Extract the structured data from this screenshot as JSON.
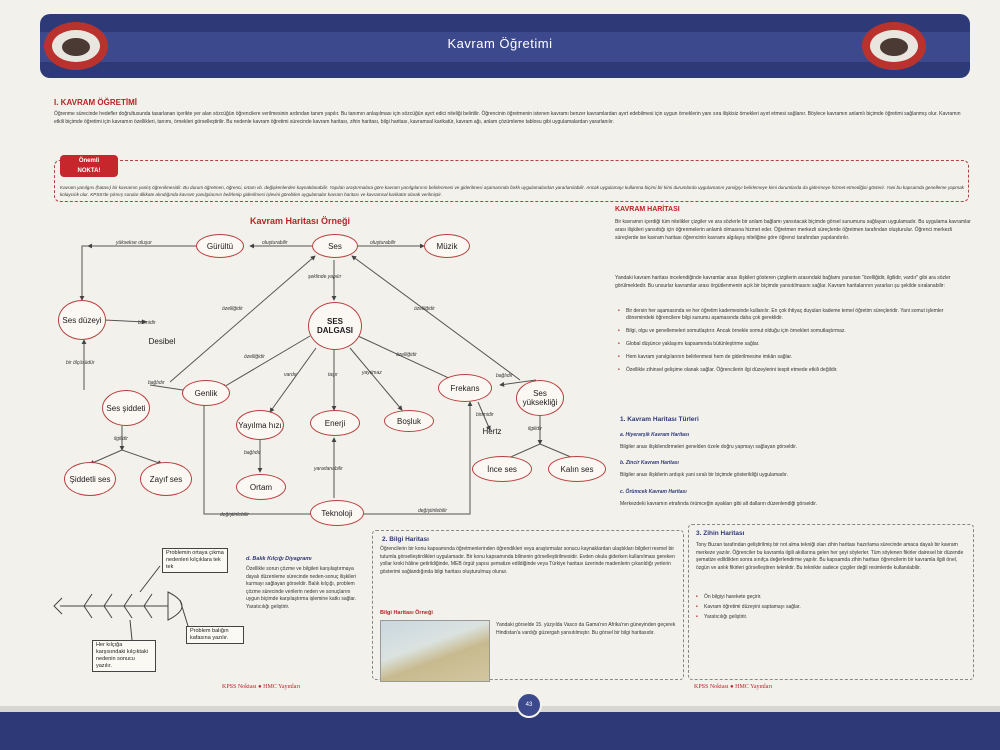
{
  "header": {
    "title": "Kavram Öğretimi"
  },
  "section1": {
    "heading": "I.   KAVRAM ÖĞRETİMİ",
    "intro": "Öğrenme sürecinde hedefler doğrultusunda tasarlanan içerikte yer alan sözcüğün öğrencilere verilmesinin ardından tanım yapılır. Bu tanımın anlaşılması için sözcüğün ayırt edici niteliği belirtilir. Öğrencinin öğretmenin istenen kavramı benzer kavramlardan ayırt edebilmesi için uygun örneklerin yanı sıra ilişkisiz örnekleri ayırt etmesi sağlanır. Böylece kavramın anlamlı biçimde öğretimi sağlanmış olur. Kavramın etkili biçimde öğretimi için kavramın özellikleri, tanımı, örnekleri görselleştirilir. Bu nedenle kavram öğretimi sürecinde kavram haritası, zihin haritası, bilgi haritası, kavramsal karikatür, kavram ağı, anlam çözümleme tablosu gibi uygulamalardan yararlanılır."
  },
  "note": {
    "badge_top": "Önemli",
    "badge_bottom": "NOKTA!",
    "text": "Kavram yanılgısı (hatası) bir kavramın yanlış öğrenilmesidir. Bu durum öğretmen, öğrenci, ortam vb. değişkenlerden kaynaklanabilir. Yapılan araştırmalara göre kavram yanılgılarının belirlenmesi ve giderilmesi aşamasında farklı uygulamalardan yararlanılabilir. Ancak uygulamayı kullanma biçimi bir kimi durumlarda uygulamanın yanılgıyı belirlemeye kimi durumlarda da gidermeye hizmet etmediğini gösterir. Yani bu kapsamda genelleme yapmak kolaycılık olur. KPSS'de çıkmış sorular dikkate alındığında kavram yanılgılarının belirlenip giderilmesi işlevini görebilen uygulamalar kavram haritası ve kavramsal karikatür olarak verilmiştir."
  },
  "concept_map": {
    "title": "Kavram Haritası Örneği",
    "nodes": {
      "ses_dalgasi": "SES DALGASI",
      "ses": "Ses",
      "gurultu": "Gürültü",
      "muzik": "Müzik",
      "ses_duzeyi": "Ses düzeyi",
      "desibel": "Desibel",
      "ses_siddeti": "Ses şiddeti",
      "genlik": "Genlik",
      "yayilma_hizi": "Yayılma hızı",
      "enerji": "Enerji",
      "bosluk": "Boşluk",
      "frekans": "Frekans",
      "ses_yuksekligi": "Ses yüksekliği",
      "hertz": "Hertz",
      "ince_ses": "İnce ses",
      "kalin_ses": "Kalın ses",
      "siddetli_ses": "Şiddetli ses",
      "zayif_ses": "Zayıf ses",
      "ortam": "Ortam",
      "teknoloji": "Teknoloji"
    },
    "edge_labels": {
      "yuksekse_olusur": "yüksekse oluşur",
      "olusturabilir_1": "oluşturabilir",
      "olusturabilir_2": "oluşturabilir",
      "seklinde_yapilir": "şeklinde yapılır",
      "ozelligidir_1": "özelliğidir",
      "ozelligidir_2": "özelliğidir",
      "ozelligidir_3": "özelliğidir",
      "ozelligidir_4": "özelliğidir",
      "birimidir_1": "birimidir",
      "birimidir_2": "birimidir",
      "bir_olcusudur": "bir ölçüsüdür",
      "baglidir_1": "bağlıdır",
      "baglidir_2": "bağlıdır",
      "baglidir_3": "bağlıdır",
      "vardir": "vardır",
      "tasir": "taşır",
      "yayilmaz": "yayılmaz",
      "ilgilidir_1": "ilgilidir",
      "ilgilidir_2": "ilgilidir",
      "yararlanabilir": "yararlanabilir",
      "degistirilebilir_1": "değiştirilebilir",
      "degistirilebilir_2": "değiştirilebilir"
    }
  },
  "right_column": {
    "heading": "KAVRAM HARİTASI",
    "p1": "Bir kavramın içerdiği tüm nitelikler çizgiler ve ara sözlerle bir anlam bağlamı yansıtacak biçimde görsel sunumunu sağlayan uygulamadır. Bu uygulama kavramlar arası ilişkileri yansıttığı için öğrenmelerin anlamlı olmasına hizmet eder. Öğretmen merkezli süreçlerde öğretmen tarafından oluşturulur. Öğrenci merkezli süreçlerde ise kavram haritası öğrencinin kavramı algılayış niteliğine göre öğrenci tarafından yapılandırılır.",
    "p2": "Yandaki kavram haritası incelendiğinde kavramlar arası ilişkileri gösteren çizgilerin arasındaki bağlamı yansıtan \"özelliğidir, ilgilidir, vardır\" gibi ara sözler görülmektedir. Bu unsurlar kavramlar arası örgütlenmenin açık bir biçimde yansıtılmasını sağlar. Kavram haritalarının yararları şu şekilde sıralanabilir:",
    "bullets": [
      "Bir dersin her aşamasında ve her öğretim kademesinde kullanılır. En çok ihtiyaç duyulan kademe temel öğretim süreçleridir. Yani somut işlemler dönemindeki öğrencilere bilgi sunumu aşamasında daha çok gereklidir.",
      "Bilgi, olgu ve genellemeleri somutlaştırır. Ancak örnekle somut olduğu için örnekleri somutlaştırmaz.",
      "Global düşünce yaklaşımı kapsamında bütünleştirme sağlar.",
      "Hem kavram yanılgılarının belirlenmesi hem de giderilmesine imkân sağlar.",
      "Özellikle zihinsel gelişime olanak sağlar. Öğrencilerin ilgi düzeylerini tespit etmede etkili değildir."
    ],
    "types_heading": "1. Kavram Haritası Türleri",
    "type_a_title": "a. Hiyerarşik Kavram Haritası",
    "type_a_text": "Bilgiler arası ilişkilendirmeleri genelden özele doğru yapmayı sağlayan görseldir.",
    "type_b_title": "b. Zincir Kavram Haritası",
    "type_b_text": "Bilgiler arası ilişkilerin ardışık yani sıralı bir biçimde gösterildiği uygulamadır.",
    "type_c_title": "c. Örümcek Kavram Haritası",
    "type_c_text": "Merkezdeki kavramın etrafında örümceğin ayakları gibi alt dalların düzenlendiği görseldir."
  },
  "bilgi_box": {
    "title": "2.   Bilgi Haritası",
    "text": "Öğrencilerin bir konu kapsamında öğretmenlerinden öğrendikleri veya araştırmalar sonucu kaynaklardan ulaştıkları bilgileri resmel bir tutumla görselleştirdikleri uygulamadır. Bir konu kapsamında bilinenin görselleştirilmesidir. Evden okula giderken kullanılması gereken yollar kroki hâline getirildiğinde, MEB örgüt yapısı şematize edildiğinde veya Türkiye haritası üzerinde madenlerin çıkarıldığı yerlerin gösterimi sağlandığında bilgi haritası oluşturulmuş olunur.",
    "example_title": "Bilgi Haritası Örneği",
    "example_text": "Yandaki görselde 15. yüzyılda Vasco da Gama'nın Afrika'nın güneyinden geçerek Hindistan'a vardığı güzergah yansıtılmıştır. Bu görsel bir bilgi haritasıdır."
  },
  "fish": {
    "label_top": "Problemin ortaya çıkma nedenleri kılçıklara tek tek",
    "label_mid": "Problem balığın kafasına yazılır.",
    "label_bottom": "Her kılçığa karşısındaki kılçıktaki nedenin sonucu yazılır.",
    "title": "d. Balık Kılçığı Diyagramı",
    "text": "Özellikle sorun çözme ve bilgileri karşılaştırmaya dayalı düzenleme sürecinde neden-sonuç ilişkileri kurmayı sağlayan görseldir. Balık kılçığı, problem çözme sürecinde verilerin neden ve sonuçlarını uygun biçimde karşılaştırma işlemine katkı sağlar. Yaratıcılığı geliştirir."
  },
  "zihin_box": {
    "title": "3.   Zihin Haritası",
    "text": "Tony Buzan tarafından geliştirilmiş bir not alma tekniği olan zihin haritası hazırlama sürecinde amaca dayalı bir kavram merkeze yazılır. Öğrenciler bu kavramla ilgili akıllarına gelen her şeyi söylerler. Tüm söylenen fikirler dairesel bir düzende şematize edildikten sonra sınıfça değerlendirme yapılır. Bu kapsamda zihin haritası öğrencilerin bir kavramla ilgili önel, özgün ve anlık fikirleri görselleştiren tekniktir. Bu teknikte sadece çizgiler değil resimlerde kullanılabilir.",
    "bullets": [
      "Ön bilgiyi harekete geçirir.",
      "Kavram öğretimi düzeyini saptamayı sağlar.",
      "Yaratıcılığı geliştirir."
    ]
  },
  "footer": {
    "brand_left": "KPSS Noktası ● HMC Yayınları",
    "brand_right": "KPSS Noktası ● HMC Yayınları",
    "page_number": "43"
  }
}
